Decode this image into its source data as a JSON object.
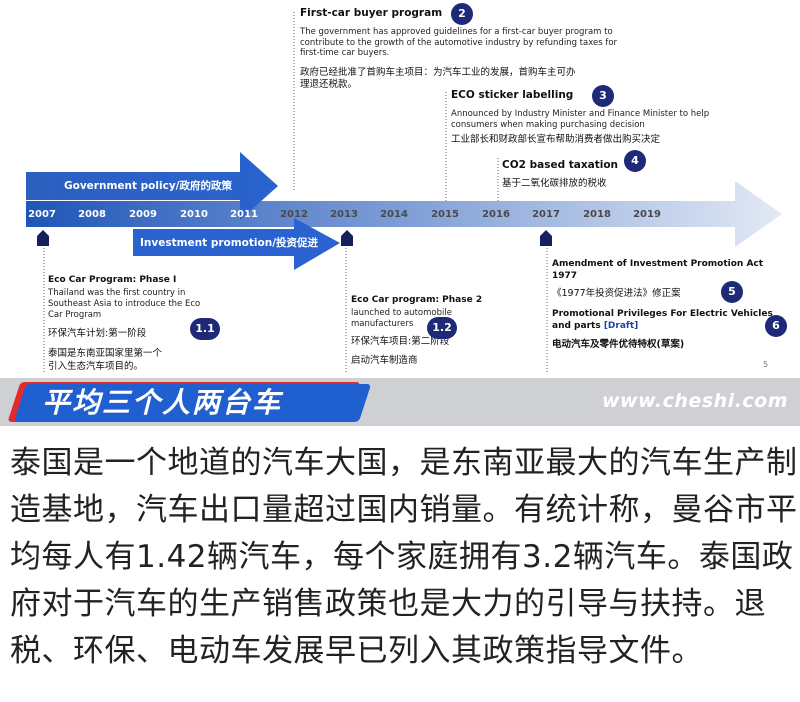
{
  "timeline": {
    "years": [
      "2007",
      "2008",
      "2009",
      "2010",
      "2011",
      "2012",
      "2013",
      "2014",
      "2015",
      "2016",
      "2017",
      "2018",
      "2019"
    ],
    "government_policy_label": "Government policy/政府的政策",
    "investment_promotion_label": "Investment promotion/投资促进"
  },
  "items": {
    "first_car": {
      "title": "First-car buyer program",
      "badge": "2",
      "body_en": "The government has approved guidelines for a first-car buyer program to contribute to the growth of the automotive industry by refunding taxes for first-time car buyers.",
      "body_cn_1": "政府已经批准了首购车主项目：为汽车工业的发展，首购车主可办",
      "body_cn_2": "理退还税款。"
    },
    "eco_sticker": {
      "title": "ECO sticker labelling",
      "badge": "3",
      "body_en_1": "Announced by Industry Minister and Finance Minister to help",
      "body_en_2": "consumers when making purchasing decision",
      "body_cn": "工业部长和财政部长宣布帮助消费者做出购买决定"
    },
    "co2": {
      "title": "CO2 based taxation",
      "badge": "4",
      "body_cn": "基于二氧化碳排放的税收"
    },
    "eco_phase1": {
      "title": "Eco Car Program: Phase I",
      "body_en_1": "Thailand was the first country in",
      "body_en_2": "Southeast Asia to introduce the Eco",
      "body_en_3": "Car Program",
      "cn_title": "环保汽车计划:第一阶段",
      "cn_1": "泰国是东南亚国家里第一个",
      "cn_2": "引入生态汽车项目的。",
      "badge": "1.1"
    },
    "eco_phase2": {
      "title": "Eco Car program: Phase 2",
      "body_en_1": "launched to automobile",
      "body_en_2": "manufacturers",
      "cn_title": "环保汽车项目:第二阶段",
      "cn_1": "启动汽车制造商",
      "badge": "1.2"
    },
    "amendment": {
      "title_1": "Amendment of Investment Promotion Act",
      "title_2": "1977",
      "cn": "《1977年投资促进法》修正案",
      "badge": "5"
    },
    "ev_privileges": {
      "title_1": "Promotional Privileges For Electric Vehicles",
      "title_2": "and parts",
      "draft": "[Draft]",
      "cn": "电动汽车及零件优待特权(草案)",
      "badge": "6"
    },
    "page_number": "5"
  },
  "banner": {
    "title": "平均三个人两台车",
    "watermark": "www.cheshi.com"
  },
  "body_text": "泰国是一个地道的汽车大国，是东南亚最大的汽车生产制造基地，汽车出口量超过国内销量。有统计称，曼谷市平均每人有1.42辆汽车，每个家庭拥有3.2辆汽车。泰国政府对于汽车的生产销售政策也是大力的引导与扶持。退税、环保、电动车发展早已列入其政策指导文件。",
  "colors": {
    "arrow_dark": "#1f55b8",
    "arrow_light": "#d9e2f1",
    "badge": "#1e2a78",
    "banner_blue": "#1f5fd0",
    "banner_red": "#e32b2b",
    "draft": "#1f3fb0"
  }
}
